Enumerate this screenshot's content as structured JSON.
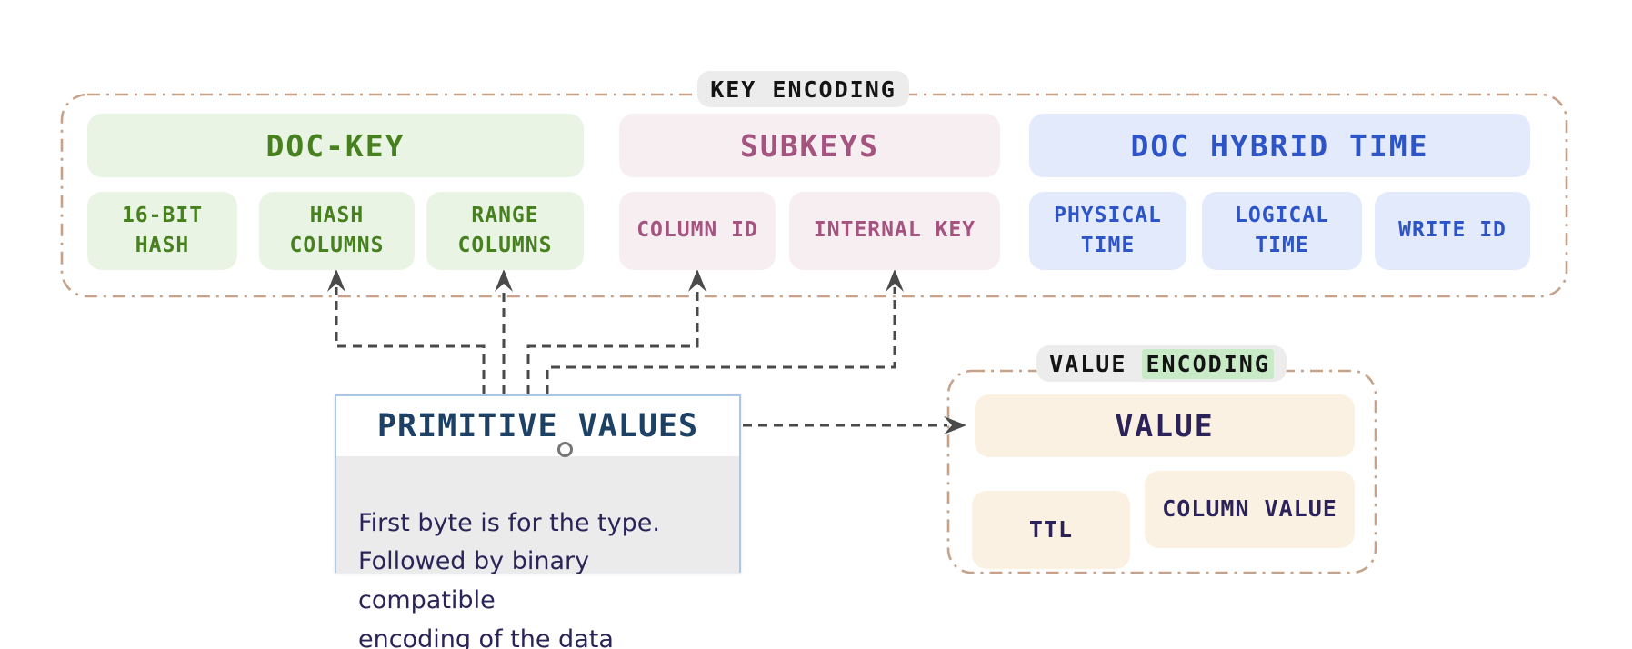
{
  "key_encoding": {
    "label": "KEY ENCODING",
    "sections": {
      "doc_key": {
        "title": "DOC-KEY",
        "items": {
          "hash16": "16-BIT\nHASH",
          "hash_columns": "HASH\nCOLUMNS",
          "range_columns": "RANGE\nCOLUMNS"
        }
      },
      "subkeys": {
        "title": "SUBKEYS",
        "items": {
          "column_id": "COLUMN ID",
          "internal_key": "INTERNAL KEY"
        }
      },
      "doc_hybrid_time": {
        "title": "DOC HYBRID TIME",
        "items": {
          "physical_time": "PHYSICAL\nTIME",
          "logical_time": "LOGICAL\nTIME",
          "write_id": "WRITE ID"
        }
      }
    }
  },
  "primitive_values": {
    "title": "PRIMITIVE VALUES",
    "description": "First byte is for the type.\nFollowed by binary compatible\nencoding of the data"
  },
  "value_encoding": {
    "label_plain": "VALUE ",
    "label_highlight": "ENCODING",
    "title": "VALUE",
    "items": {
      "ttl": "TTL",
      "column_value": "COLUMN VALUE"
    }
  },
  "colors": {
    "dashed_border_tan": "#c7a289",
    "arrow_gray": "#4a4a4a",
    "green_bg": "#eaf4e5",
    "green_text": "#47801f",
    "pink_bg": "#f6eef1",
    "pink_text": "#a5537f",
    "blue_bg": "#e2eafb",
    "blue_text": "#2d55c8",
    "cream_bg": "#faf1e2",
    "navy_text": "#2b2259",
    "pill_bg": "#ececec",
    "encoding_highlight": "#c8eac6",
    "primitive_border": "#aac8e4",
    "primitive_title": "#1c4165",
    "primitive_body_bg": "#ebebeb"
  }
}
